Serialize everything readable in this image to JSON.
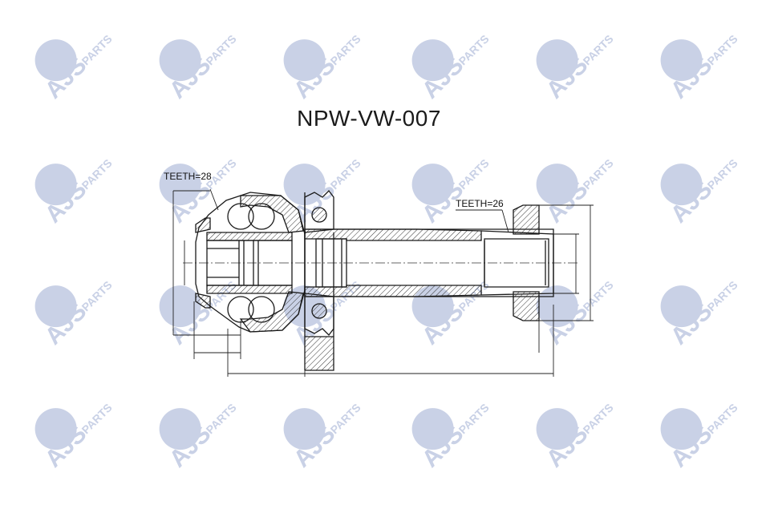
{
  "watermark": {
    "brand": "AJS",
    "suffix": "PARTS",
    "color": "#c9d1e6",
    "icon": "ajs-parts-logo-icon"
  },
  "part_number": "NPW-VW-007",
  "labels": {
    "inner_teeth": "TEETH=28",
    "outer_teeth": "TEETH=26"
  },
  "colors": {
    "line": "#1a1a1a",
    "hatch": "#333333",
    "background": "#ffffff"
  }
}
